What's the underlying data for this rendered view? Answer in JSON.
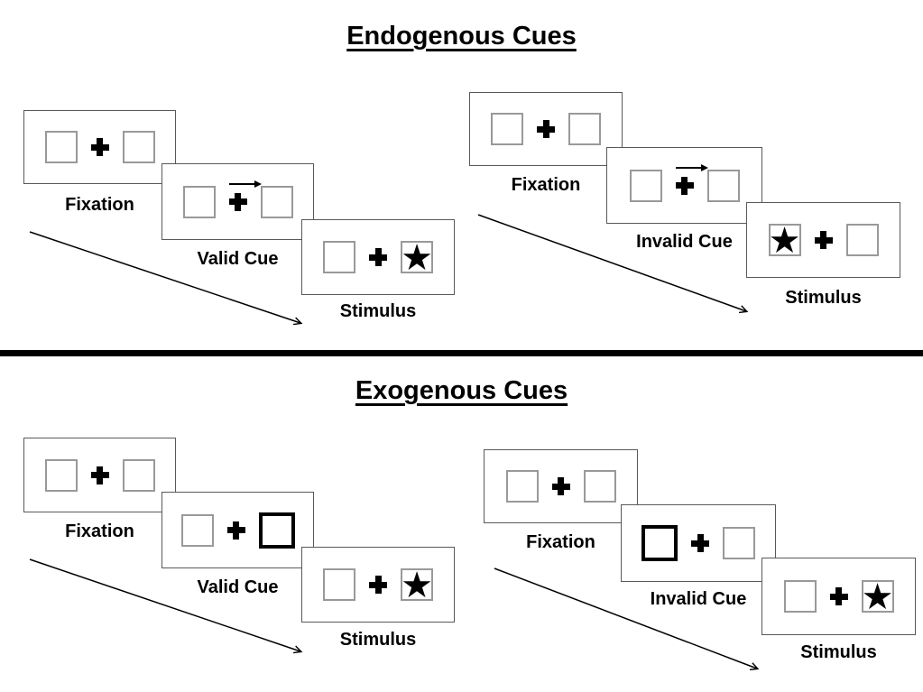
{
  "icons": {
    "star": "★",
    "fixation_cross": "plus-cross",
    "cue_arrow_direction": "right"
  },
  "colors": {
    "background": "#ffffff",
    "panel_border": "#595959",
    "box_border": "#999999",
    "highlight_box_border": "#000000",
    "symbol": "#000000",
    "divider": "#000000"
  },
  "sections": [
    {
      "title": "Endogenous Cues",
      "groups": [
        {
          "name": "valid-trial",
          "panels": [
            {
              "label": "Fixation",
              "type": "fixation"
            },
            {
              "label": "Valid Cue",
              "type": "arrow-cue",
              "cue_direction": "right"
            },
            {
              "label": "Stimulus",
              "type": "stimulus",
              "star_side": "right"
            }
          ]
        },
        {
          "name": "invalid-trial",
          "panels": [
            {
              "label": "Fixation",
              "type": "fixation"
            },
            {
              "label": "Invalid Cue",
              "type": "arrow-cue",
              "cue_direction": "right"
            },
            {
              "label": "Stimulus",
              "type": "stimulus",
              "star_side": "left"
            }
          ]
        }
      ]
    },
    {
      "title": "Exogenous Cues",
      "groups": [
        {
          "name": "valid-trial",
          "panels": [
            {
              "label": "Fixation",
              "type": "fixation"
            },
            {
              "label": "Valid Cue",
              "type": "box-cue",
              "highlight_side": "right"
            },
            {
              "label": "Stimulus",
              "type": "stimulus",
              "star_side": "right"
            }
          ]
        },
        {
          "name": "invalid-trial",
          "panels": [
            {
              "label": "Fixation",
              "type": "fixation"
            },
            {
              "label": "Invalid Cue",
              "type": "box-cue",
              "highlight_side": "left"
            },
            {
              "label": "Stimulus",
              "type": "stimulus",
              "star_side": "right"
            }
          ]
        }
      ]
    }
  ]
}
